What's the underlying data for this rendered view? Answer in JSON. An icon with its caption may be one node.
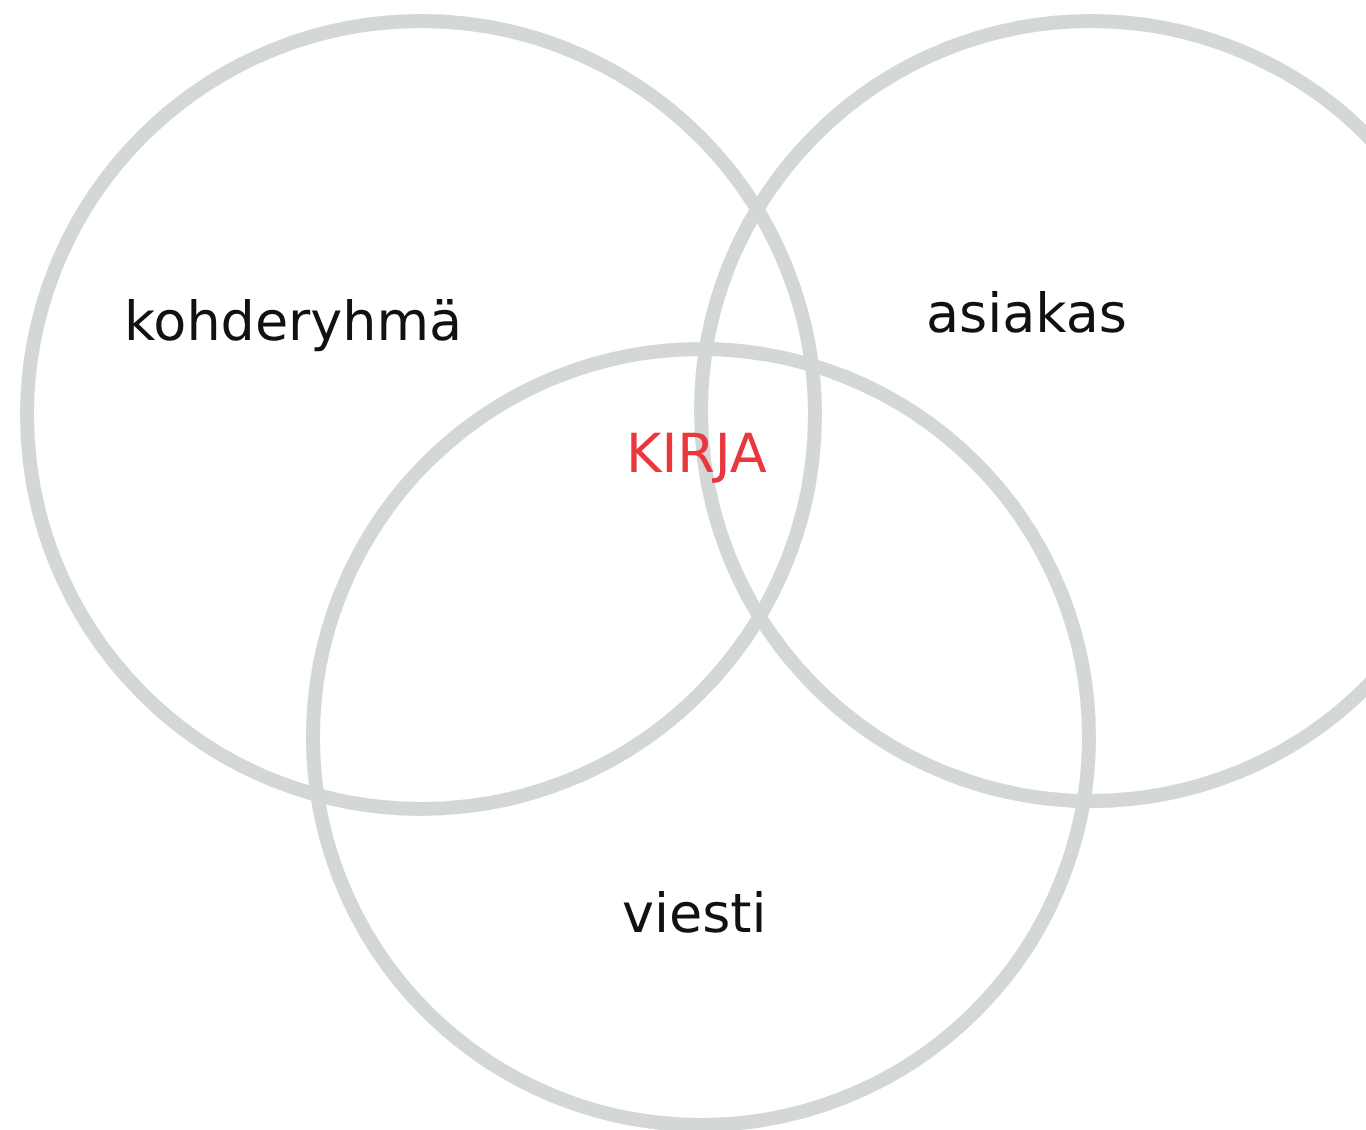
{
  "diagram": {
    "nodes": [
      {
        "text": [
          "kohderyhmä"
        ]
      },
      {
        "text": [
          "asiakas"
        ]
      },
      {
        "text": [
          "viesti"
        ]
      }
    ],
    "labels": [
      "KIRJA"
    ]
  }
}
